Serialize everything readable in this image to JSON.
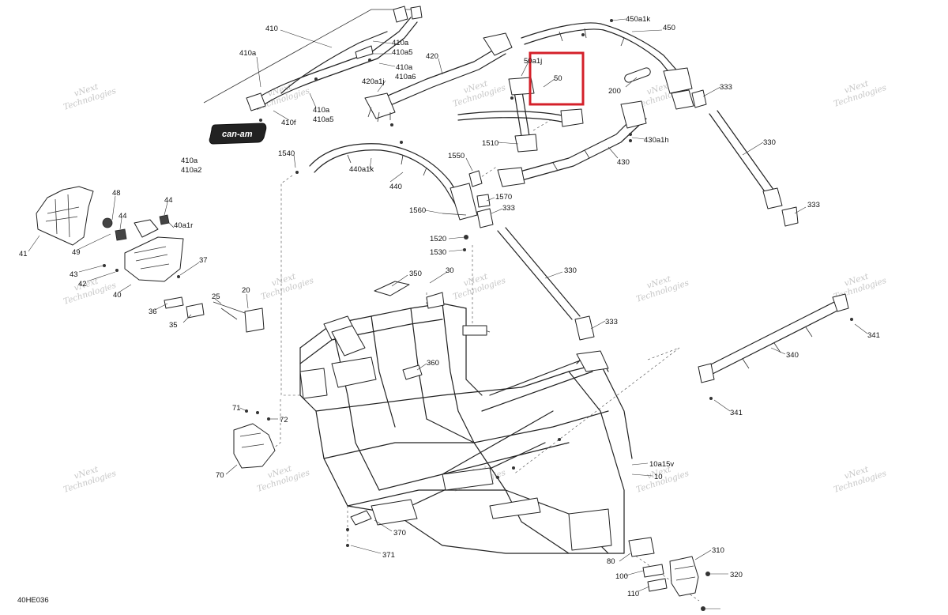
{
  "diagram": {
    "id": "40HE036",
    "highlight_color": "#d4202a",
    "watermark": {
      "line1": "vNext",
      "line2": "Technologies"
    },
    "logo_text": "can-am",
    "labels": [
      "410",
      "410a",
      "410a",
      "410a5",
      "410a",
      "410a6",
      "410a",
      "410a5",
      "410f",
      "410a",
      "410a2",
      "420",
      "420a1j",
      "50a1j",
      "50",
      "450a1k",
      "450",
      "200",
      "333",
      "1510",
      "430a1h",
      "430",
      "330",
      "1540",
      "440a1k",
      "1550",
      "440",
      "1570",
      "1560",
      "333",
      "1520",
      "1530",
      "48",
      "44",
      "44",
      "40a1r",
      "41",
      "49",
      "37",
      "43",
      "42",
      "40",
      "36",
      "25",
      "20",
      "35",
      "350",
      "30",
      "330",
      "333",
      "360",
      "341",
      "340",
      "341",
      "71",
      "72",
      "70",
      "10a15v",
      "10",
      "370",
      "371",
      "310",
      "80",
      "100",
      "320",
      "110",
      "333"
    ]
  }
}
